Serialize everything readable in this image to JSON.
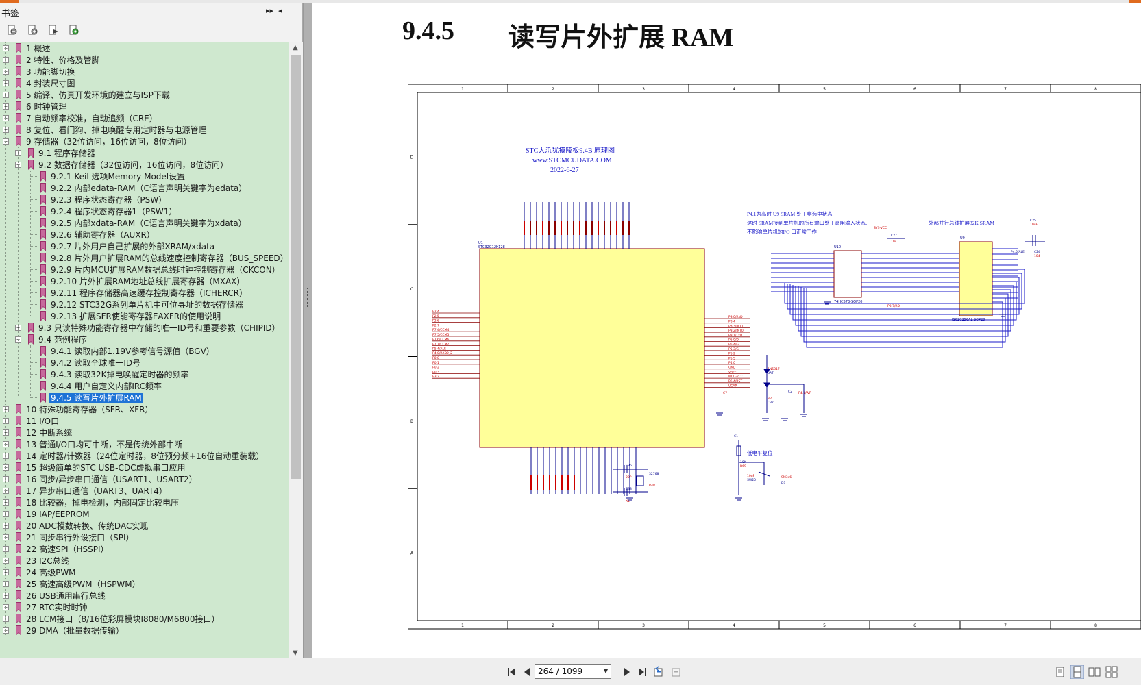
{
  "sidebar": {
    "title": "书签",
    "header_controls": [
      "▸▸",
      "◂"
    ],
    "tools": [
      "expand-all-icon",
      "collapse-icon",
      "goto-bookmark-icon",
      "find-bookmark-icon"
    ],
    "items": [
      {
        "level": 0,
        "label": "1 概述",
        "expander": "+"
      },
      {
        "level": 0,
        "label": "2 特性、价格及管脚",
        "expander": "+"
      },
      {
        "level": 0,
        "label": "3 功能脚切换",
        "expander": "+"
      },
      {
        "level": 0,
        "label": "4 封装尺寸图",
        "expander": "+"
      },
      {
        "level": 0,
        "label": "5 编译、仿真开发环境的建立与ISP下载",
        "expander": "+"
      },
      {
        "level": 0,
        "label": "6 时钟管理",
        "expander": "+"
      },
      {
        "level": 0,
        "label": "7 自动频率校准，自动追频（CRE）",
        "expander": "+"
      },
      {
        "level": 0,
        "label": "8 复位、看门狗、掉电唤醒专用定时器与电源管理",
        "expander": "+"
      },
      {
        "level": 0,
        "label": "9 存储器（32位访问，16位访问，8位访问）",
        "expander": "−"
      },
      {
        "level": 1,
        "label": "9.1 程序存储器",
        "expander": "+"
      },
      {
        "level": 1,
        "label": "9.2 数据存储器（32位访问，16位访问，8位访问）",
        "expander": "−"
      },
      {
        "level": 2,
        "label": "9.2.1 Keil 选项Memory Model设置",
        "expander": ""
      },
      {
        "level": 2,
        "label": "9.2.2 内部edata-RAM（C语言声明关键字为edata）",
        "expander": ""
      },
      {
        "level": 2,
        "label": "9.2.3 程序状态寄存器（PSW）",
        "expander": ""
      },
      {
        "level": 2,
        "label": "9.2.4 程序状态寄存器1（PSW1）",
        "expander": ""
      },
      {
        "level": 2,
        "label": "9.2.5 内部xdata-RAM（C语言声明关键字为xdata）",
        "expander": ""
      },
      {
        "level": 2,
        "label": "9.2.6 辅助寄存器（AUXR）",
        "expander": ""
      },
      {
        "level": 2,
        "label": "9.2.7 片外用户自己扩展的外部XRAM/xdata",
        "expander": ""
      },
      {
        "level": 2,
        "label": "9.2.8 片外用户扩展RAM的总线速度控制寄存器（BUS_SPEED）",
        "expander": ""
      },
      {
        "level": 2,
        "label": "9.2.9 片内MCU扩展RAM数据总线时钟控制寄存器（CKCON）",
        "expander": ""
      },
      {
        "level": 2,
        "label": "9.2.10 片外扩展RAM地址总线扩展寄存器（MXAX）",
        "expander": ""
      },
      {
        "level": 2,
        "label": "9.2.11 程序存储器高速缓存控制寄存器（ICHERCR）",
        "expander": ""
      },
      {
        "level": 2,
        "label": "9.2.12 STC32G系列单片机中可位寻址的数据存储器",
        "expander": ""
      },
      {
        "level": 2,
        "label": "9.2.13 扩展SFR使能寄存器EAXFR的使用说明",
        "expander": ""
      },
      {
        "level": 1,
        "label": "9.3 只读特殊功能寄存器中存储的唯一ID号和重要参数（CHIPID）",
        "expander": "+"
      },
      {
        "level": 1,
        "label": "9.4 范例程序",
        "expander": "−"
      },
      {
        "level": 2,
        "label": "9.4.1 读取内部1.19V参考信号源值（BGV）",
        "expander": ""
      },
      {
        "level": 2,
        "label": "9.4.2 读取全球唯一ID号",
        "expander": ""
      },
      {
        "level": 2,
        "label": "9.4.3 读取32K掉电唤醒定时器的频率",
        "expander": ""
      },
      {
        "level": 2,
        "label": "9.4.4 用户自定义内部IRC频率",
        "expander": ""
      },
      {
        "level": 2,
        "label": "9.4.5 读写片外扩展RAM",
        "expander": "",
        "selected": true
      },
      {
        "level": 0,
        "label": "10 特殊功能寄存器（SFR、XFR）",
        "expander": "+"
      },
      {
        "level": 0,
        "label": "11 I/O口",
        "expander": "+"
      },
      {
        "level": 0,
        "label": "12 中断系统",
        "expander": "+"
      },
      {
        "level": 0,
        "label": "13 普通I/O口均可中断，不是传统外部中断",
        "expander": "+"
      },
      {
        "level": 0,
        "label": "14 定时器/计数器（24位定时器，8位预分频+16位自动重装载）",
        "expander": "+"
      },
      {
        "level": 0,
        "label": "15 超级简单的STC USB-CDC虚拟串口应用",
        "expander": "+"
      },
      {
        "level": 0,
        "label": "16 同步/异步串口通信（USART1、USART2）",
        "expander": "+"
      },
      {
        "level": 0,
        "label": "17 异步串口通信（UART3、UART4）",
        "expander": "+"
      },
      {
        "level": 0,
        "label": "18 比较器，掉电检测，内部固定比较电压",
        "expander": "+"
      },
      {
        "level": 0,
        "label": "19 IAP/EEPROM",
        "expander": "+"
      },
      {
        "level": 0,
        "label": "20 ADC模数转换、传统DAC实现",
        "expander": "+"
      },
      {
        "level": 0,
        "label": "21 同步串行外设接口（SPI）",
        "expander": "+"
      },
      {
        "level": 0,
        "label": "22 高速SPI（HSSPI）",
        "expander": "+"
      },
      {
        "level": 0,
        "label": "23 I2C总线",
        "expander": "+"
      },
      {
        "level": 0,
        "label": "24 高级PWM",
        "expander": "+"
      },
      {
        "level": 0,
        "label": "25 高速高级PWM（HSPWM）",
        "expander": "+"
      },
      {
        "level": 0,
        "label": "26 USB通用串行总线",
        "expander": "+"
      },
      {
        "level": 0,
        "label": "27 RTC实时时钟",
        "expander": "+"
      },
      {
        "level": 0,
        "label": "28 LCM接口（8/16位彩屏模块I8080/M6800接口）",
        "expander": "+"
      },
      {
        "level": 0,
        "label": "29 DMA（批量数据传输）",
        "expander": "+"
      }
    ]
  },
  "document": {
    "section_number": "9.4.5",
    "section_title": "读写片外扩展 RAM",
    "schematic": {
      "title_lines": [
        "STC大浜犹摸陵板9.4B 原理图",
        "www.STCMCUDATA.COM",
        "2022-6-27"
      ],
      "note_lines": [
        "P4.1为高时 U9 SRAM 处于非选中状态,",
        "这时 SRAM接到单片机的所有端口处于高阻输入状态,",
        "不影响单片机的I/O 口正常工作"
      ],
      "ram_note": "外部并行总线扩展32K SRAM",
      "reset_label": "低电平复位",
      "col_labels": [
        "1",
        "2",
        "3",
        "4",
        "5",
        "6",
        "7",
        "8"
      ],
      "row_labels": [
        "D",
        "C",
        "B",
        "A"
      ],
      "mcu_ref": "U1",
      "mcu_part": "STC32G12K128",
      "latch_ref": "U10",
      "latch_part": "74HC573-SOP20",
      "sram_ref": "U9",
      "sram_part": "IS62C256AL-SOP28",
      "left_pins": [
        "P2.4",
        "P2.5",
        "P2.6",
        "P2.7",
        "P7.4/CCM4",
        "P7.5/CCM5",
        "P7.6/CCM6",
        "P7.7/CCM7",
        "P5.4/ALE",
        "P4.0/RXD2_2",
        "P0.0",
        "P0.1",
        "P0.2",
        "P0.3",
        "P3.2"
      ],
      "right_pins": [
        "P3.0/RxD",
        "P3.4",
        "P3.3/INT1",
        "P3.2/INT0",
        "P3.1/TxD",
        "P5.0/D-",
        "P5.4/G",
        "P5.3/G",
        "P5.2",
        "P5.5",
        "P4.0",
        "GND",
        "VREF",
        "MCU-VCC",
        "P5.4/RST",
        "UCAP"
      ],
      "net_labels": [
        "SYS-VCC",
        "C27",
        "104",
        "C25",
        "10uF",
        "C24",
        "104",
        "C36",
        "20P",
        "C38",
        "X1",
        "32768",
        "R48",
        "10K",
        "R69",
        "C1",
        "10uF",
        "SW20",
        "SM3x6",
        "D3",
        "1N5817",
        "BAT",
        "3V",
        "C37",
        "C7",
        "C2",
        "P4.1/WR",
        "P4.5/ALE",
        "P3.7/RD"
      ]
    }
  },
  "statusbar": {
    "page_display": "264 / 1099",
    "current_page": 264,
    "total_pages": 1099
  },
  "colors": {
    "tree_bg": "#cfe8cf",
    "selection": "#1e73d6",
    "bookmark_icon": "#9b2f6a",
    "mcu_fill": "#ffff99",
    "wire": "#1a1ac8",
    "net_red": "#cc0000"
  }
}
